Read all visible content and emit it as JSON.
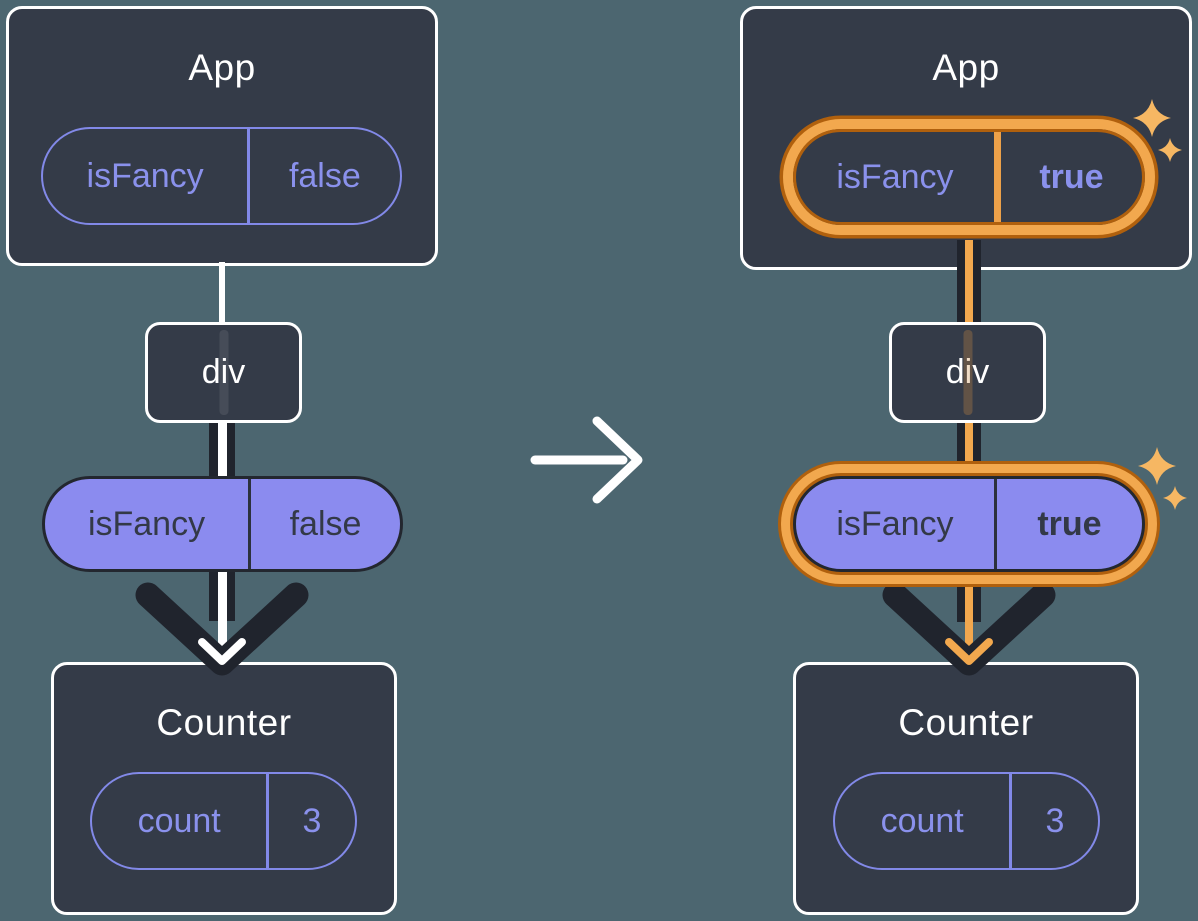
{
  "colors": {
    "background": "#4c6670",
    "surface": "#343b48",
    "surface_border": "#ffffff",
    "purple": "#8289e8",
    "purple_fill": "#8b8bef",
    "dark_line": "#20242d",
    "dark_text": "#333947",
    "orange_band": "#f2a84e",
    "orange_dark": "#b0600d",
    "sparkle": "#f6b763"
  },
  "icons": {
    "transition": "arrow-right-icon",
    "pass_down": "arrow-down-icon",
    "highlight": "sparkles-icon"
  },
  "before": {
    "app": {
      "title": "App",
      "prop": {
        "key": "isFancy",
        "value": "false"
      }
    },
    "div": {
      "title": "div"
    },
    "passed": {
      "key": "isFancy",
      "value": "false"
    },
    "counter": {
      "title": "Counter",
      "state": {
        "key": "count",
        "value": "3"
      }
    }
  },
  "after": {
    "app": {
      "title": "App",
      "prop": {
        "key": "isFancy",
        "value": "true"
      }
    },
    "div": {
      "title": "div"
    },
    "passed": {
      "key": "isFancy",
      "value": "true"
    },
    "counter": {
      "title": "Counter",
      "state": {
        "key": "count",
        "value": "3"
      }
    }
  }
}
